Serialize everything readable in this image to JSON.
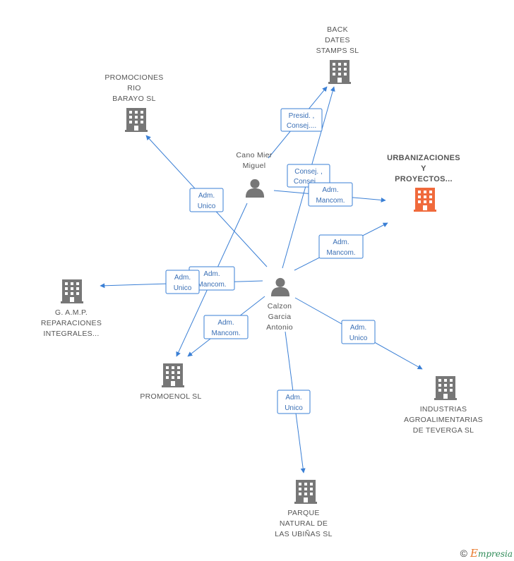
{
  "colors": {
    "edge": "#3a7fd5",
    "company": "#777777",
    "main_company": "#f06a3c",
    "person": "#777777"
  },
  "companies": [
    {
      "id": "back-dates",
      "lines": [
        "BACK",
        "DATES",
        "STAMPS SL"
      ],
      "icon": "building-icon",
      "main": false
    },
    {
      "id": "promociones-rio",
      "lines": [
        "PROMOCIONES",
        "RIO",
        "BARAYO SL"
      ],
      "icon": "building-icon",
      "main": false
    },
    {
      "id": "urbanizaciones",
      "lines": [
        "URBANIZACIONES",
        "Y",
        "PROYECTOS..."
      ],
      "icon": "building-icon",
      "main": true
    },
    {
      "id": "gamp",
      "lines": [
        "G. A.M.P.",
        "REPARACIONES",
        "INTEGRALES..."
      ],
      "icon": "building-icon",
      "main": false
    },
    {
      "id": "promoenol",
      "lines": [
        "PROMOENOL SL"
      ],
      "icon": "building-icon",
      "main": false
    },
    {
      "id": "industrias",
      "lines": [
        "INDUSTRIAS",
        "AGROALIMENTARIAS",
        "DE TEVERGA SL"
      ],
      "icon": "building-icon",
      "main": false
    },
    {
      "id": "parque",
      "lines": [
        "PARQUE",
        "NATURAL DE",
        "LAS UBIÑAS SL"
      ],
      "icon": "building-icon",
      "main": false
    }
  ],
  "persons": [
    {
      "id": "cano",
      "lines": [
        "Cano Mier",
        "Miguel"
      ],
      "icon": "person-icon"
    },
    {
      "id": "calzon",
      "lines": [
        "Calzon",
        "Garcia",
        "Antonio"
      ],
      "icon": "person-icon"
    }
  ],
  "relations": [
    {
      "id": "rel-presid",
      "lines": [
        "Presid. ,",
        "Consej...."
      ]
    },
    {
      "id": "rel-consej",
      "lines": [
        "Consej. ,",
        "Consej...."
      ]
    },
    {
      "id": "rel-admmancom-cano",
      "lines": [
        "Adm.",
        "Mancom."
      ]
    },
    {
      "id": "rel-admunico-promociones",
      "lines": [
        "Adm.",
        "Unico"
      ]
    },
    {
      "id": "rel-admmancom-urban",
      "lines": [
        "Adm.",
        "Mancom."
      ]
    },
    {
      "id": "rel-admmancom-gamp",
      "lines": [
        "Adm.",
        "Mancom."
      ]
    },
    {
      "id": "rel-admunico-gamp",
      "lines": [
        "Adm.",
        "Unico"
      ]
    },
    {
      "id": "rel-admmancom-promoenol",
      "lines": [
        "Adm.",
        "Mancom."
      ]
    },
    {
      "id": "rel-admunico-industrias",
      "lines": [
        "Adm.",
        "Unico"
      ]
    },
    {
      "id": "rel-admunico-parque",
      "lines": [
        "Adm.",
        "Unico"
      ]
    }
  ],
  "watermark": {
    "copyright": "©",
    "brand_initial": "E",
    "brand_rest": "mpresia"
  }
}
